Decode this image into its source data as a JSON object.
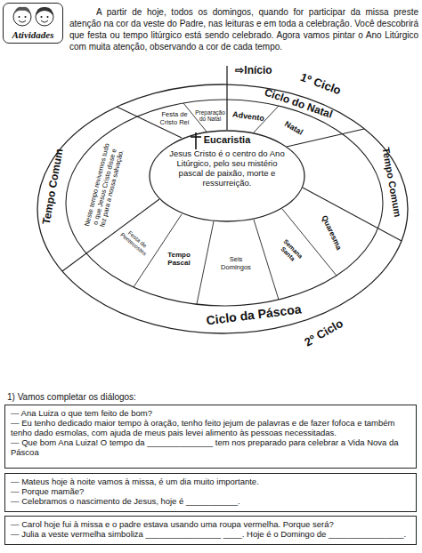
{
  "diagram": {
    "nodes": [
      {
        "text": [
          "Atividades"
        ]
      },
      {
        "text": [
          "Eucaristia",
          "Jesus Cristo é o centro do Ano Litúrgico, pelo seu mistério pascal de paixão, morte e ressurreição."
        ]
      },
      {
        "text": [
          "— Ana Luiza o que tem feito de bom?",
          "— Eu tenho dedicado maior tempo à oração, tenho feito jejum de palavras e de fazer fofoca e também tenho dado esmolas, com ajuda de meus pais levei alimento às pessoas necessitadas.",
          "— Que bom Ana Luiza! O tempo da ______________ tem nos preparado para celebrar a Vida Nova da Páscoa"
        ]
      },
      {
        "text": [
          "— Mateus hoje à noite vamos à missa, é um dia muito importante.",
          "— Porque mamãe?",
          "— Celebramos o nascimento de Jesus, hoje é ___________."
        ]
      },
      {
        "text": [
          "— Carol hoje fui à missa e o padre estava usando uma roupa vermelha. Porque será?",
          "— Julia a veste vermelha simboliza ________________ ____. Hoje é o Domingo de ________________."
        ]
      }
    ],
    "labels": [
      "A partir de hoje, todos os domingos, quando for participar da missa preste atenção na cor da veste do Padre, nas leituras e em toda a celebração. Você descobrirá que festa ou tempo litúrgico está sendo celebrado. Agora vamos pintar o Ano Litúrgico com muita atenção, observando a cor de cada tempo.",
      "⇨Início",
      "1º Ciclo",
      "Ciclo do Natal",
      "Festa de Cristo Rei",
      "Preparação do Natal",
      "Advento",
      "Natal",
      "Tempo Comum",
      "Quaresma",
      "Semana Santa",
      "Seis Domingos",
      "Tempo Pascal",
      "Festa de Pentecostes",
      "Ciclo da Páscoa",
      "2º Ciclo",
      "Tempo Comum",
      "Neste tempo revivemos tudo o que Jesus Cristo disse e fez para a nossa salvação.",
      "1) Vamos completar os diálogos:"
    ]
  }
}
